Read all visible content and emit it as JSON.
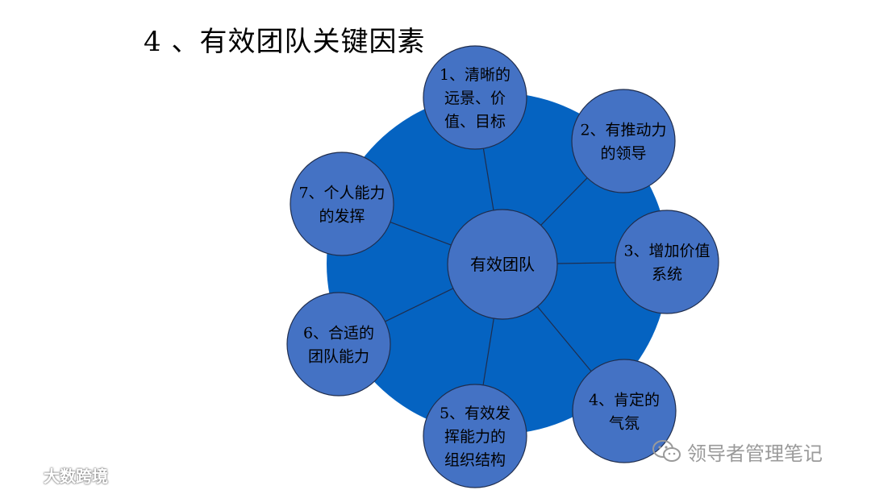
{
  "title": "4 、有效团队关键因素",
  "center": {
    "label": "有效团队"
  },
  "factors": [
    {
      "lines": [
        "1、清晰的",
        "远景、价",
        "值、目标"
      ]
    },
    {
      "lines": [
        "2、有推动力",
        "的领导"
      ]
    },
    {
      "lines": [
        "3、增加价值",
        "系统"
      ]
    },
    {
      "lines": [
        "4、肯定的",
        "气氛"
      ]
    },
    {
      "lines": [
        "5、有效发",
        "挥能力的",
        "组织结构"
      ]
    },
    {
      "lines": [
        "6、合适的",
        "团队能力"
      ]
    },
    {
      "lines": [
        "7、个人能力",
        "的发挥"
      ]
    }
  ],
  "watermarks": {
    "wechat": "领导者管理笔记",
    "corner": "大数跨境"
  },
  "colors": {
    "big_circle": "#0563C1",
    "node_fill": "#4472C4",
    "node_stroke": "#1F2D4D",
    "connector": "#1F2D4D"
  },
  "icons": {
    "wechat": "wechat-icon",
    "corner": "logo-icon"
  }
}
